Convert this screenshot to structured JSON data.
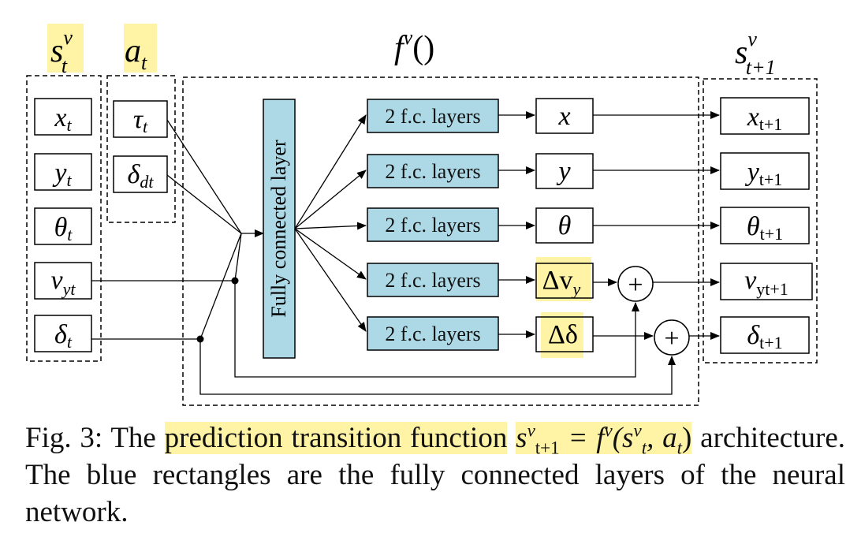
{
  "header": {
    "state_label": "s",
    "state_sup": "v",
    "state_sub": "t",
    "action_label": "a",
    "action_sub": "t",
    "function_label": "f",
    "function_sup": "v",
    "function_paren": "()",
    "next_state_label": "s",
    "next_state_sup": "v",
    "next_state_sub": "t+1"
  },
  "state_inputs": [
    {
      "sym": "x",
      "sub": "t"
    },
    {
      "sym": "y",
      "sub": "t"
    },
    {
      "sym": "θ",
      "sub": "t"
    },
    {
      "sym": "v",
      "sub": "yt"
    },
    {
      "sym": "δ",
      "sub": "t"
    }
  ],
  "action_inputs": [
    {
      "sym": "τ",
      "sub": "t"
    },
    {
      "sym": "δ",
      "sub": "dt"
    }
  ],
  "fc_layer_label": "Fully connected layer",
  "branches": [
    {
      "layer_label": "2 f.c. layers",
      "out": "x"
    },
    {
      "layer_label": "2 f.c. layers",
      "out": "y"
    },
    {
      "layer_label": "2 f.c. layers",
      "out": "θ"
    },
    {
      "layer_label": "2 f.c. layers",
      "out": "Δv",
      "out_sub": "y"
    },
    {
      "layer_label": "2 f.c. layers",
      "out": "Δδ"
    }
  ],
  "plus_symbol": "+",
  "state_outputs": [
    {
      "sym": "x",
      "sub": "t+1"
    },
    {
      "sym": "y",
      "sub": "t+1"
    },
    {
      "sym": "θ",
      "sub": "t+1"
    },
    {
      "sym": "v",
      "sub": "yt+1"
    },
    {
      "sym": "δ",
      "sub": "t+1"
    }
  ],
  "caption": {
    "prefix": "Fig. 3: The ",
    "highlight": "prediction transition function",
    "eq_lhs": "s",
    "eq_lhs_sup": "v",
    "eq_lhs_sub": "t+1",
    "eq_mid": " = f",
    "eq_mid_sup": "v",
    "eq_args": "(s",
    "eq_args_sup": "v",
    "eq_args_sub": "t",
    "eq_tail": ", a",
    "eq_tail_sub": "t",
    "eq_close": ")",
    "rest": " architecture. The blue rectangles are the fully connected layers of the neural network."
  },
  "colors": {
    "fc_fill": "#add8e6",
    "highlight": "#fff3a6",
    "line": "#000000"
  }
}
